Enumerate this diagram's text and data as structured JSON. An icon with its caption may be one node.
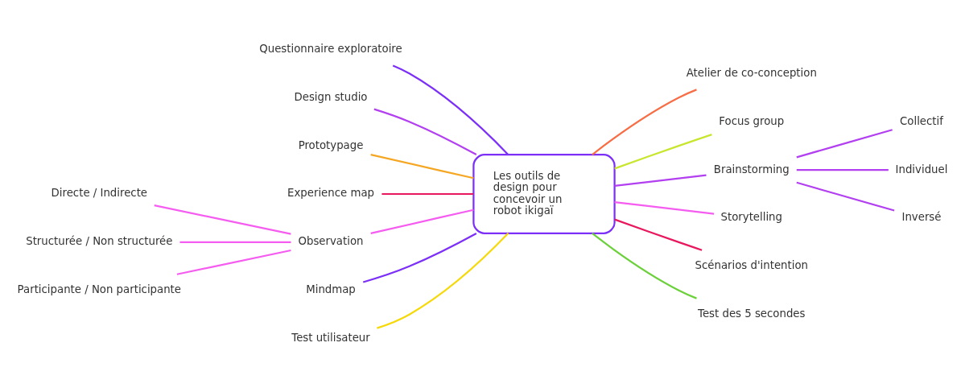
{
  "diagram": {
    "nodes": [
      {
        "text": [
          "Les outils de design pour concevoir un robot ikigaï"
        ]
      },
      {
        "text": [
          "Questionnaire exploratoire"
        ]
      },
      {
        "text": [
          "Design studio"
        ]
      },
      {
        "text": [
          "Prototypage"
        ]
      },
      {
        "text": [
          "Experience map"
        ]
      },
      {
        "text": [
          "Observation"
        ]
      },
      {
        "text": [
          "Directe / Indirecte"
        ]
      },
      {
        "text": [
          "Structurée / Non structurée"
        ]
      },
      {
        "text": [
          "Participante / Non participante"
        ]
      },
      {
        "text": [
          "Mindmap"
        ]
      },
      {
        "text": [
          "Test utilisateur"
        ]
      },
      {
        "text": [
          "Atelier de co-conception"
        ]
      },
      {
        "text": [
          "Focus group"
        ]
      },
      {
        "text": [
          "Brainstorming"
        ]
      },
      {
        "text": [
          "Collectif"
        ]
      },
      {
        "text": [
          "Individuel"
        ]
      },
      {
        "text": [
          "Inversé"
        ]
      },
      {
        "text": [
          "Storytelling"
        ]
      },
      {
        "text": [
          "Scénarios d'intention"
        ]
      },
      {
        "text": [
          "Test des 5 secondes"
        ]
      }
    ],
    "edges": [
      {
        "from": 1,
        "to": 0,
        "arrow": "none",
        "color": "#7b2ff7"
      },
      {
        "from": 2,
        "to": 0,
        "arrow": "none",
        "color": "#b340f0"
      },
      {
        "from": 3,
        "to": 0,
        "arrow": "none",
        "color": "#f5a623"
      },
      {
        "from": 4,
        "to": 0,
        "arrow": "none",
        "color": "#e8185f"
      },
      {
        "from": 5,
        "to": 0,
        "arrow": "none",
        "color": "#f55df0"
      },
      {
        "from": 6,
        "to": 5,
        "arrow": "none",
        "color": "#f55df0"
      },
      {
        "from": 7,
        "to": 5,
        "arrow": "none",
        "color": "#f55df0"
      },
      {
        "from": 8,
        "to": 5,
        "arrow": "none",
        "color": "#f55df0"
      },
      {
        "from": 9,
        "to": 0,
        "arrow": "none",
        "color": "#7b2ff7"
      },
      {
        "from": 10,
        "to": 0,
        "arrow": "none",
        "color": "#f5d90a"
      },
      {
        "from": 0,
        "to": 11,
        "arrow": "none",
        "color": "#f76d45"
      },
      {
        "from": 0,
        "to": 12,
        "arrow": "none",
        "color": "#c8e62e"
      },
      {
        "from": 0,
        "to": 13,
        "arrow": "none",
        "color": "#b340f0"
      },
      {
        "from": 13,
        "to": 14,
        "arrow": "none",
        "color": "#b340f0"
      },
      {
        "from": 13,
        "to": 15,
        "arrow": "none",
        "color": "#b340f0"
      },
      {
        "from": 13,
        "to": 16,
        "arrow": "none",
        "color": "#b340f0"
      },
      {
        "from": 0,
        "to": 17,
        "arrow": "none",
        "color": "#f55df0"
      },
      {
        "from": 0,
        "to": 18,
        "arrow": "none",
        "color": "#e8185f"
      },
      {
        "from": 0,
        "to": 19,
        "arrow": "none",
        "color": "#6bd13a"
      }
    ]
  }
}
